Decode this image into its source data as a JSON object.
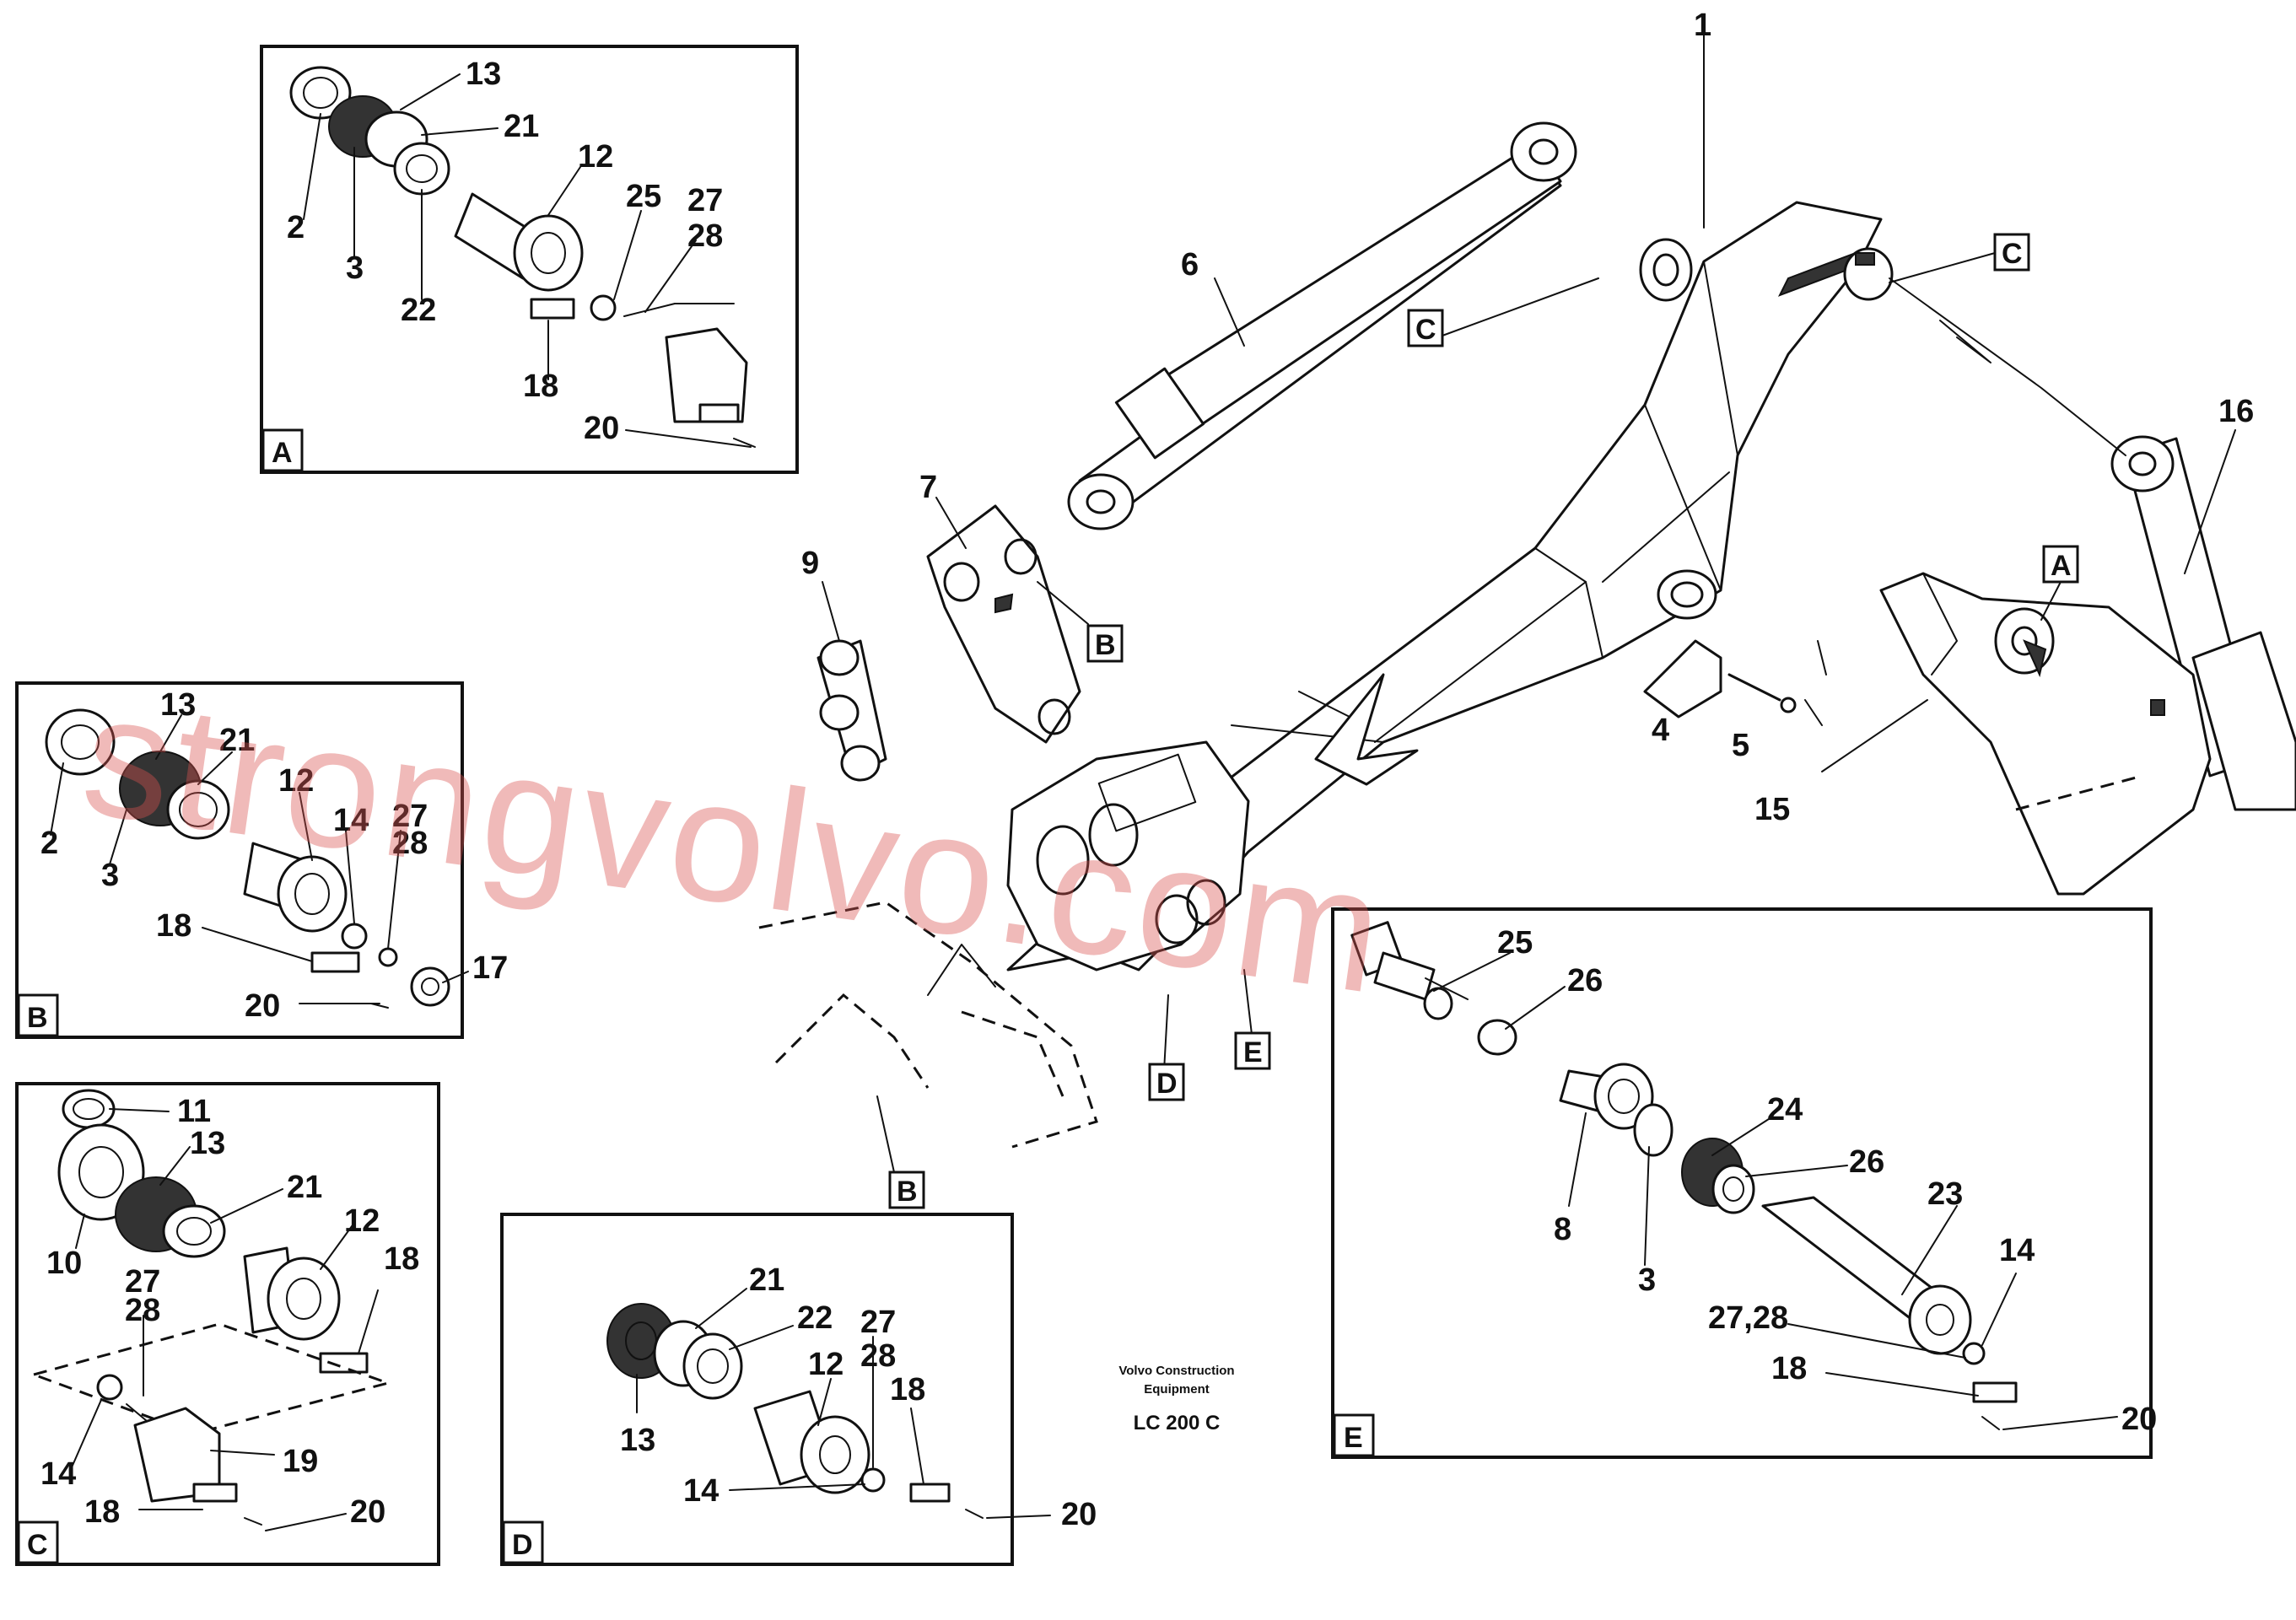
{
  "title": {
    "publisher_line1": "Volvo Construction",
    "publisher_line2": "Equipment",
    "model": "LC 200 C"
  },
  "watermark": "strongvolvo.com",
  "main_callouts": [
    "1",
    "4",
    "5",
    "6",
    "7",
    "9",
    "15",
    "16"
  ],
  "view_markers": [
    "A",
    "B",
    "B",
    "C",
    "C",
    "D",
    "E"
  ],
  "panels": {
    "A": {
      "label": "A",
      "callouts": [
        "13",
        "21",
        "12",
        "2",
        "3",
        "22",
        "25",
        "27",
        "28",
        "18",
        "20"
      ]
    },
    "B": {
      "label": "B",
      "callouts": [
        "13",
        "21",
        "12",
        "2",
        "3",
        "14",
        "27",
        "28",
        "18",
        "17",
        "20"
      ]
    },
    "C": {
      "label": "C",
      "callouts": [
        "11",
        "13",
        "21",
        "12",
        "10",
        "27",
        "28",
        "18",
        "14",
        "19",
        "18",
        "20"
      ]
    },
    "D": {
      "label": "D",
      "callouts": [
        "21",
        "22",
        "27",
        "28",
        "12",
        "18",
        "13",
        "14",
        "20"
      ]
    },
    "E": {
      "label": "E",
      "callouts": [
        "25",
        "26",
        "24",
        "26",
        "8",
        "3",
        "23",
        "14",
        "27,28",
        "18",
        "20"
      ]
    }
  }
}
